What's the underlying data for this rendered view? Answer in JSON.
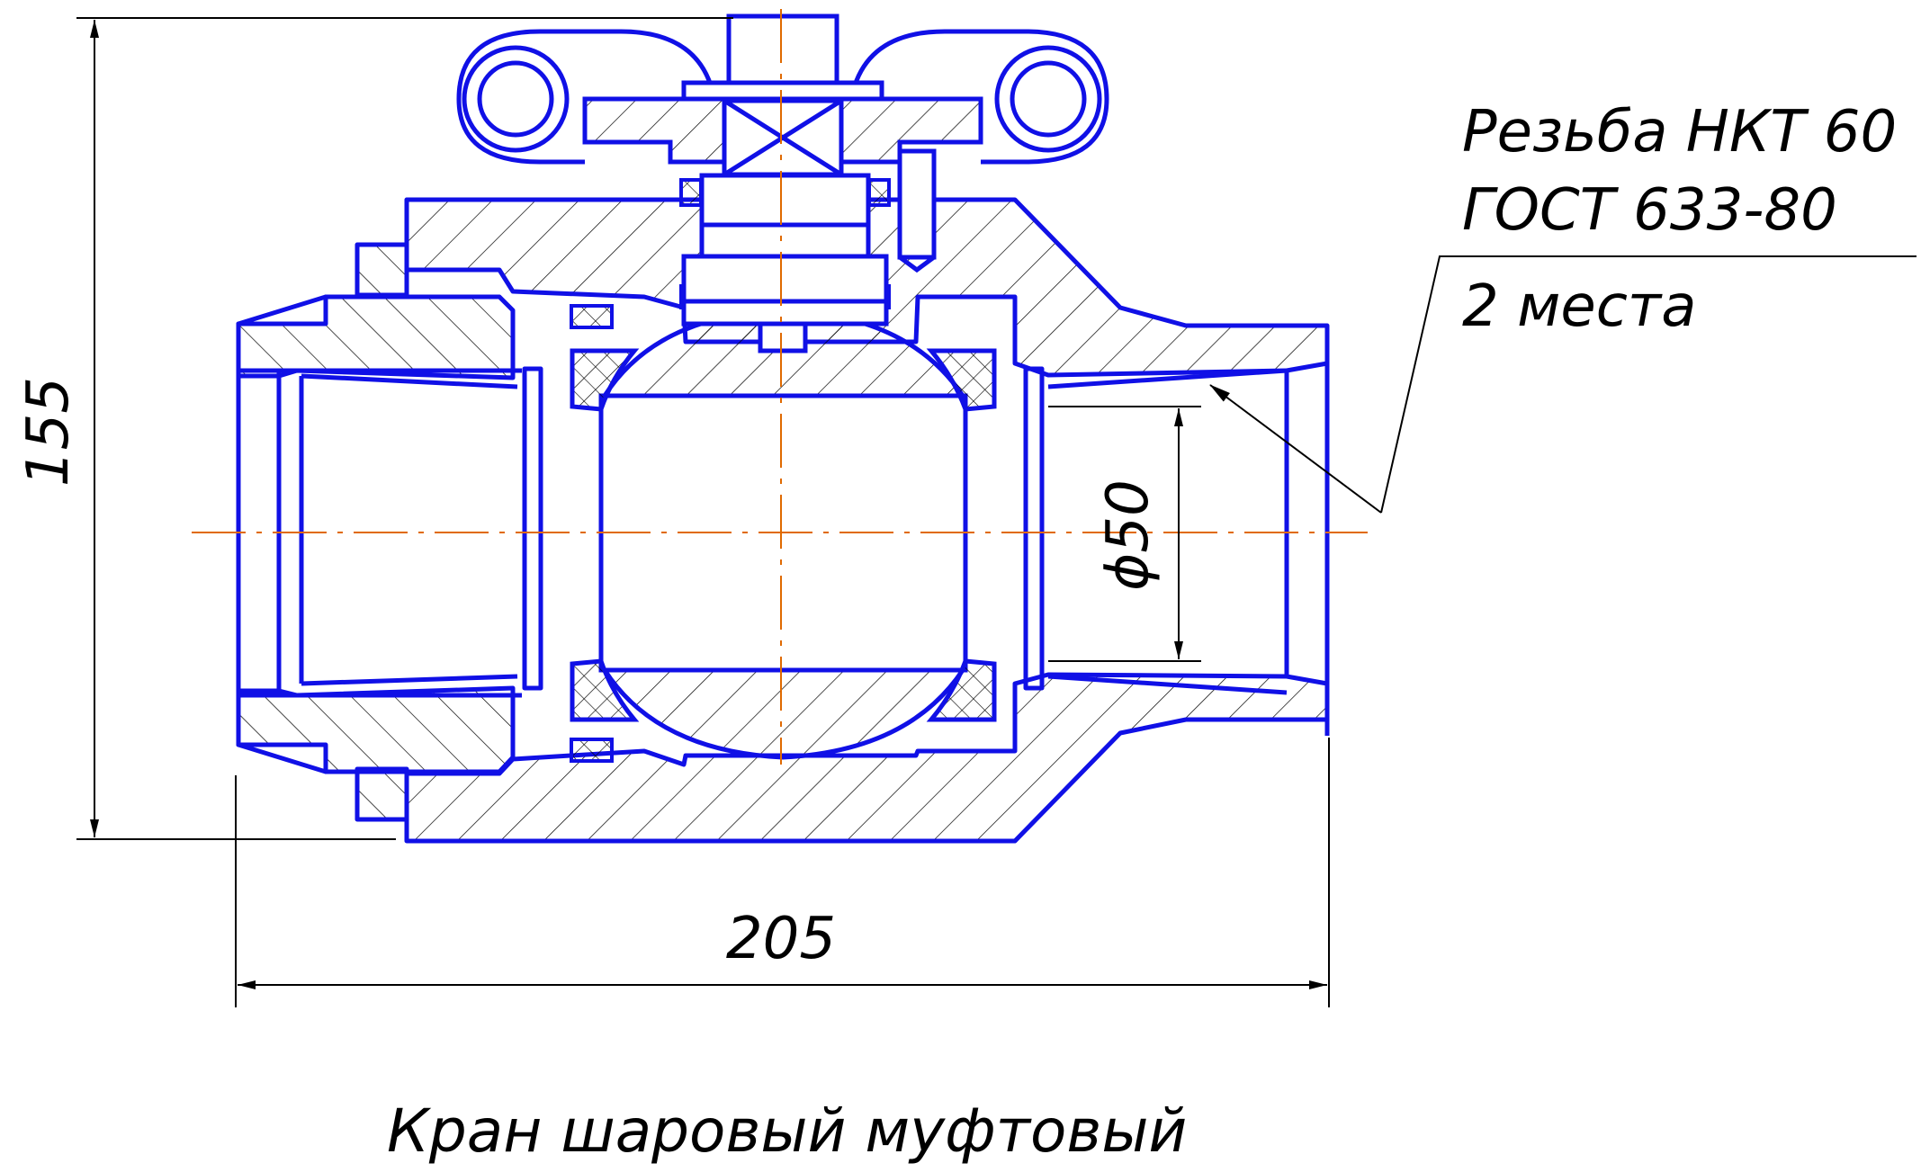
{
  "colors": {
    "outline": "#1010e6",
    "hatch": "#000000",
    "centerline": "#e06a00",
    "dimension": "#000000",
    "background": "#ffffff"
  },
  "dimensions": {
    "height": "155",
    "length": "205",
    "bore": "ϕ50"
  },
  "thread_note": {
    "line1": "Резьба НКТ 60",
    "line2": "ГОСТ 633-80",
    "line3": "2 места"
  },
  "caption": "Кран шаровый муфтовый"
}
